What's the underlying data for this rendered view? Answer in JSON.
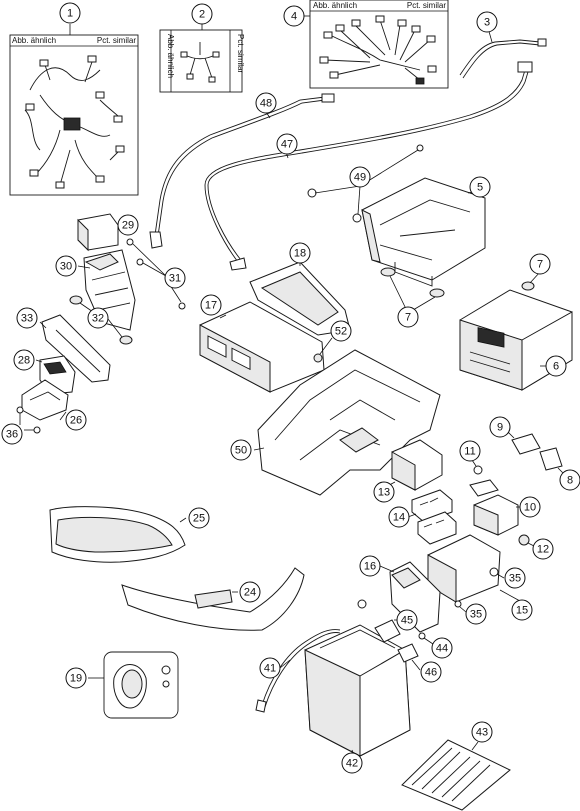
{
  "frame_labels": {
    "abb_aehnlich": "Abb. ähnlich",
    "pct_similar": "Pct. similar"
  },
  "callouts": [
    {
      "id": "1",
      "label": "1"
    },
    {
      "id": "2",
      "label": "2"
    },
    {
      "id": "3",
      "label": "3"
    },
    {
      "id": "4",
      "label": "4"
    },
    {
      "id": "5",
      "label": "5"
    },
    {
      "id": "6",
      "label": "6"
    },
    {
      "id": "7a",
      "label": "7"
    },
    {
      "id": "7b",
      "label": "7"
    },
    {
      "id": "8",
      "label": "8"
    },
    {
      "id": "9",
      "label": "9"
    },
    {
      "id": "10",
      "label": "10"
    },
    {
      "id": "11",
      "label": "11"
    },
    {
      "id": "12",
      "label": "12"
    },
    {
      "id": "13",
      "label": "13"
    },
    {
      "id": "14",
      "label": "14"
    },
    {
      "id": "15",
      "label": "15"
    },
    {
      "id": "16",
      "label": "16"
    },
    {
      "id": "17",
      "label": "17"
    },
    {
      "id": "18",
      "label": "18"
    },
    {
      "id": "19",
      "label": "19"
    },
    {
      "id": "24",
      "label": "24"
    },
    {
      "id": "25",
      "label": "25"
    },
    {
      "id": "26",
      "label": "26"
    },
    {
      "id": "28",
      "label": "28"
    },
    {
      "id": "29",
      "label": "29"
    },
    {
      "id": "30",
      "label": "30"
    },
    {
      "id": "31",
      "label": "31"
    },
    {
      "id": "32",
      "label": "32"
    },
    {
      "id": "33",
      "label": "33"
    },
    {
      "id": "35a",
      "label": "35"
    },
    {
      "id": "35b",
      "label": "35"
    },
    {
      "id": "36",
      "label": "36"
    },
    {
      "id": "41",
      "label": "41"
    },
    {
      "id": "42",
      "label": "42"
    },
    {
      "id": "43",
      "label": "43"
    },
    {
      "id": "44",
      "label": "44"
    },
    {
      "id": "45",
      "label": "45"
    },
    {
      "id": "46",
      "label": "46"
    },
    {
      "id": "47",
      "label": "47"
    },
    {
      "id": "48",
      "label": "48"
    },
    {
      "id": "49",
      "label": "49"
    },
    {
      "id": "50",
      "label": "50"
    },
    {
      "id": "52",
      "label": "52"
    }
  ]
}
